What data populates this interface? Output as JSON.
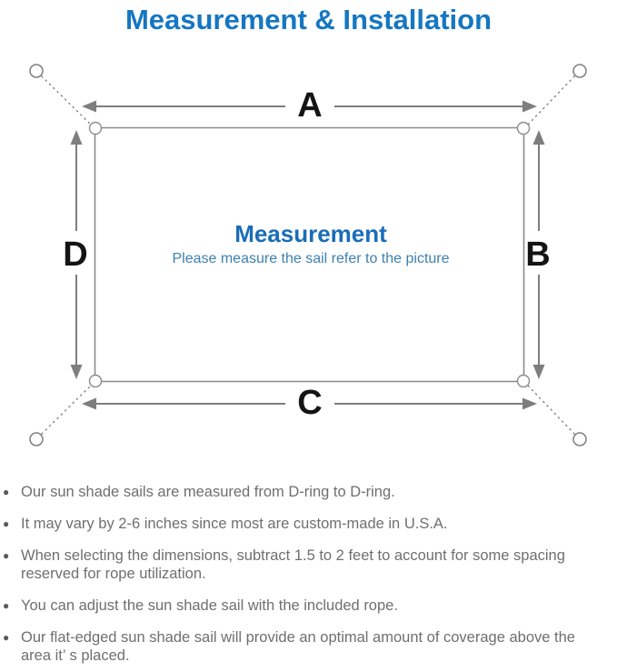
{
  "header": {
    "title": "Measurement & Installation"
  },
  "diagram": {
    "center": {
      "heading": "Measurement",
      "subtitle": "Please measure the sail refer to the picture"
    },
    "dimension_labels": {
      "top": "A",
      "right": "B",
      "bottom": "C",
      "left": "D"
    }
  },
  "notes": {
    "bullet_glyph": "●",
    "items": [
      "Our sun shade sails are measured from D-ring to D-ring.",
      "It may vary by 2-6 inches since most are custom-made in U.S.A.",
      "When selecting the dimensions, subtract 1.5 to 2 feet to account for some spacing reserved for rope utilization.",
      "You can adjust the sun shade sail with the included rope.",
      "Our flat-edged sun shade sail will provide an optimal amount of coverage above the area it’ s placed."
    ]
  },
  "colors": {
    "title_blue": "#1577c2",
    "center_heading_blue": "#1a6db8",
    "center_subtitle_blue": "#3d80b0",
    "diagram_line_gray": "#7e7e7e",
    "sail_outline_gray": "#8c8c8c",
    "dimension_label_black": "#141414",
    "note_text_gray": "#6f6f6f"
  }
}
